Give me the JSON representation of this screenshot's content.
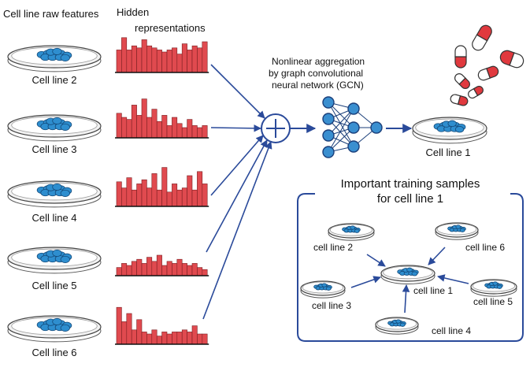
{
  "headers": {
    "raw_features": "Cell line raw features",
    "hidden": [
      "Hidden",
      "representations"
    ]
  },
  "input_cell_lines": [
    "Cell line 2",
    "Cell line 3",
    "Cell line 4",
    "Cell line 5",
    "Cell line 6"
  ],
  "hidden_histograms": [
    [
      0.55,
      0.85,
      0.55,
      0.65,
      0.6,
      0.8,
      0.65,
      0.6,
      0.55,
      0.5,
      0.55,
      0.6,
      0.45,
      0.7,
      0.55,
      0.65,
      0.6,
      0.75
    ],
    [
      0.6,
      0.5,
      0.45,
      0.8,
      0.55,
      0.95,
      0.5,
      0.7,
      0.4,
      0.55,
      0.3,
      0.5,
      0.35,
      0.25,
      0.45,
      0.3,
      0.25,
      0.3
    ],
    [
      0.6,
      0.45,
      0.7,
      0.4,
      0.55,
      0.65,
      0.45,
      0.8,
      0.4,
      0.95,
      0.35,
      0.55,
      0.4,
      0.45,
      0.75,
      0.4,
      0.85,
      0.55
    ],
    [
      0.2,
      0.3,
      0.25,
      0.35,
      0.4,
      0.3,
      0.45,
      0.35,
      0.5,
      0.25,
      0.35,
      0.3,
      0.4,
      0.3,
      0.25,
      0.3,
      0.2,
      0.15
    ],
    [
      0.9,
      0.55,
      0.75,
      0.35,
      0.6,
      0.3,
      0.25,
      0.35,
      0.2,
      0.3,
      0.25,
      0.3,
      0.3,
      0.35,
      0.3,
      0.45,
      0.25,
      0.25
    ]
  ],
  "aggregation_text": [
    "Nonlinear aggregation",
    "by graph convolutional",
    "neural network (GCN)"
  ],
  "target_cell_line": "Cell line 1",
  "important_samples": {
    "title": [
      "Important training samples",
      "for cell line 1"
    ],
    "center": "cell line 1",
    "neighbors": [
      "cell line 2",
      "cell line 6",
      "cell line 3",
      "cell line 5",
      "cell line 4"
    ]
  },
  "colors": {
    "bar_fill": "#e04a4f",
    "arrow": "#2a4a9a",
    "node_fill": "#3a8fd0",
    "cell_fill": "#2e8ecf",
    "pill_red": "#e0393e",
    "panel_border": "#2a4a9a"
  }
}
